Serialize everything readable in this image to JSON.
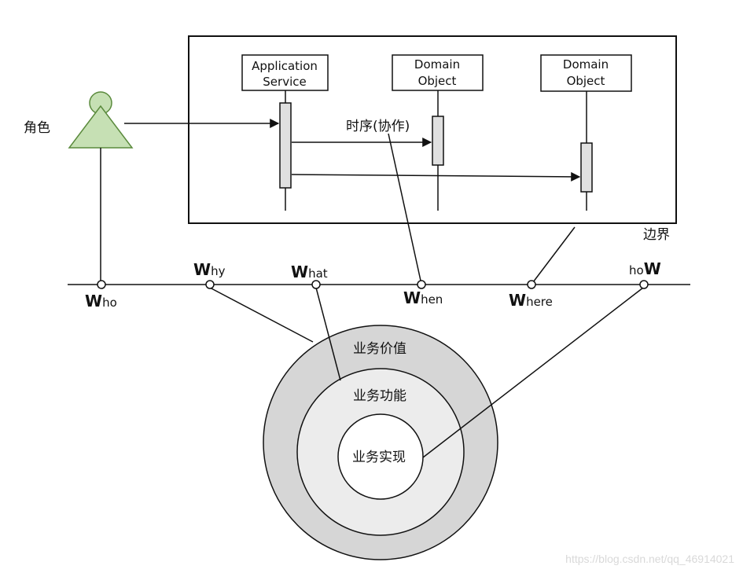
{
  "actor": {
    "label": "角色"
  },
  "boundary": {
    "label": "边界"
  },
  "lifelines": [
    {
      "line1": "Application",
      "line2": "Service"
    },
    {
      "line1": "Domain",
      "line2": "Object"
    },
    {
      "line1": "Domain",
      "line2": "Object"
    }
  ],
  "sequence_label": "时序(协作)",
  "axis_points": [
    {
      "prefix": "",
      "cap": "W",
      "suffix": "ho"
    },
    {
      "prefix": "",
      "cap": "W",
      "suffix": "hy"
    },
    {
      "prefix": "",
      "cap": "W",
      "suffix": "hat"
    },
    {
      "prefix": "",
      "cap": "W",
      "suffix": "hen"
    },
    {
      "prefix": "",
      "cap": "W",
      "suffix": "here"
    },
    {
      "prefix": "ho",
      "cap": "W",
      "suffix": ""
    }
  ],
  "circles": {
    "outer": "业务价值",
    "middle": "业务功能",
    "inner": "业务实现"
  },
  "colors": {
    "actor_fill": "#c6e0b4",
    "actor_stroke": "#5a8a3c",
    "outer_ring": "#d6d6d6",
    "middle_ring": "#ececec",
    "activation_fill": "#e0e0e0"
  },
  "watermark": "https://blog.csdn.net/qq_46914021"
}
